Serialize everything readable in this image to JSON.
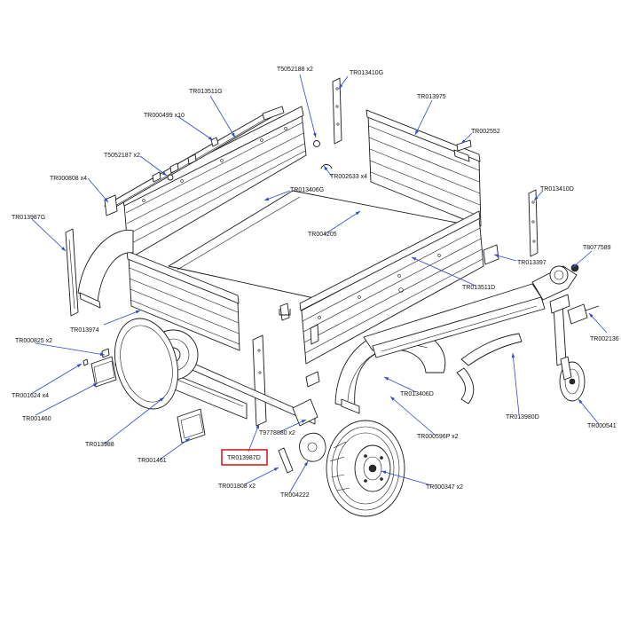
{
  "diagram": {
    "labels": {
      "t5052188": "T5052188 x2",
      "tr013410g": "TR013410G",
      "tr013511g": "TR013511G",
      "tr013975": "TR013975",
      "tr000499": "TR000499 x10",
      "tr002552": "TR002552",
      "t5052187": "T5052187 x2",
      "tr002633": "TR002633 x4",
      "tr000808": "TR000808 x4",
      "tr013406g": "TR013406G",
      "tr013410d": "TR013410D",
      "tr013987g": "TR013987G",
      "tr004205": "TR004205",
      "t8077589": "T8077589",
      "tr013397": "TR013397",
      "tr013511d": "TR013511D",
      "tr013974": "TR013974",
      "tr000825": "TR000825 x2",
      "tr002136": "TR002136",
      "tr001624": "TR001624 x4",
      "tr013406d": "TR013406D",
      "tr001460": "TR001460",
      "tr013980d": "TR013980D",
      "tr000541": "TR000541",
      "t9778880": "T9778880 x2",
      "tr000596p": "TR000596P x2",
      "tr013988": "TR013988",
      "tr013987d": "TR013987D",
      "tr001461": "TR001461",
      "tr001808": "TR001808 x2",
      "tr000347": "TR000347 x2",
      "tr004222": "TR004222"
    },
    "highlighted_part": "TR013987D",
    "colors": {
      "leader": "#2f49c8",
      "highlight": "#d61f1f",
      "ink": "#1a1a1a"
    }
  }
}
